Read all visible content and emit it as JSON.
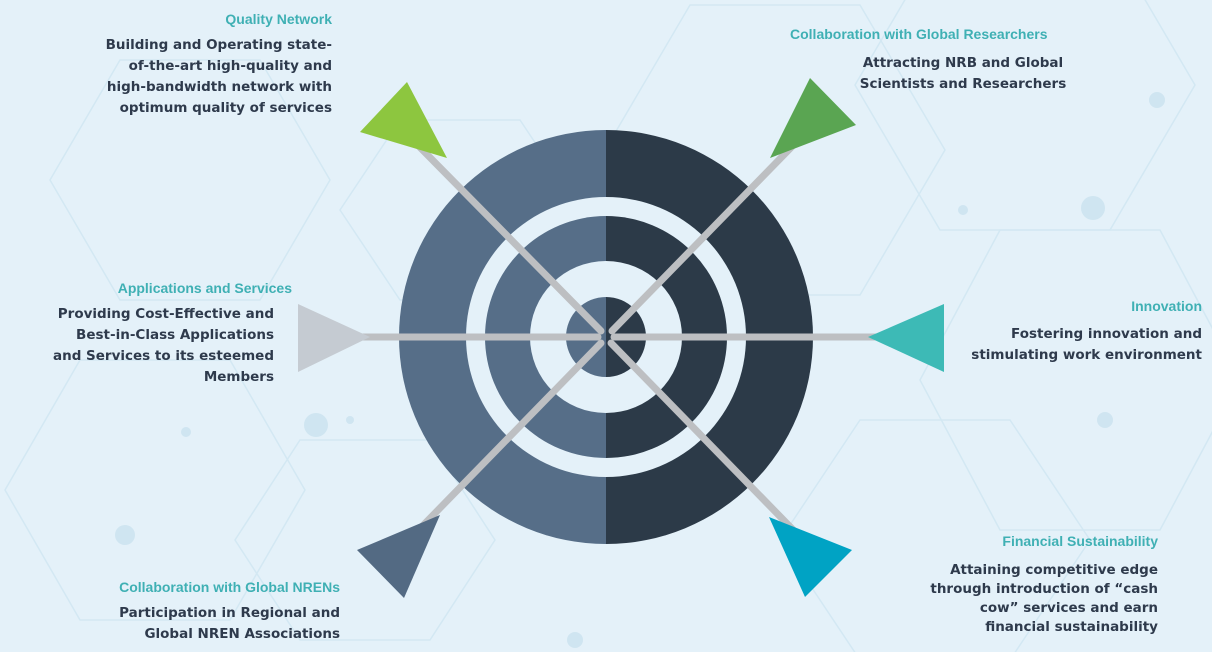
{
  "goals": [
    {
      "id": "quality-network",
      "title": "Quality Network",
      "lines": [
        "Building and Operating state-",
        "of-the-art high-quality and",
        "high-bandwidth network with",
        "optimum quality of services"
      ],
      "color": "#8dc63f"
    },
    {
      "id": "global-researchers",
      "title": "Collaboration with Global Researchers",
      "lines": [
        "Attracting NRB and Global",
        "Scientists and Researchers"
      ],
      "color": "#5aa552"
    },
    {
      "id": "applications-services",
      "title": "Applications and Services",
      "lines": [
        "Providing Cost-Effective and",
        "Best-in-Class Applications",
        "and Services to its esteemed",
        "Members"
      ],
      "color": "#c5cbd2"
    },
    {
      "id": "innovation",
      "title": "Innovation",
      "lines": [
        "Fostering innovation and",
        "stimulating work environment"
      ],
      "color": "#3dbab6"
    },
    {
      "id": "global-nrens",
      "title": "Collaboration with Global NRENs",
      "lines": [
        "Participation in Regional and",
        "Global NREN Associations"
      ],
      "color": "#536a83"
    },
    {
      "id": "financial-sustainability",
      "title": "Financial Sustainability",
      "lines": [
        "Attaining competitive edge",
        "through introduction of “cash",
        "cow” services and earn",
        "financial sustainability"
      ],
      "color": "#00a3c4"
    }
  ],
  "colors": {
    "ring_left": "#566e88",
    "ring_right": "#2c3a48",
    "ring_gap": "#e4f1f9",
    "shaft": "#bdbfc2"
  }
}
